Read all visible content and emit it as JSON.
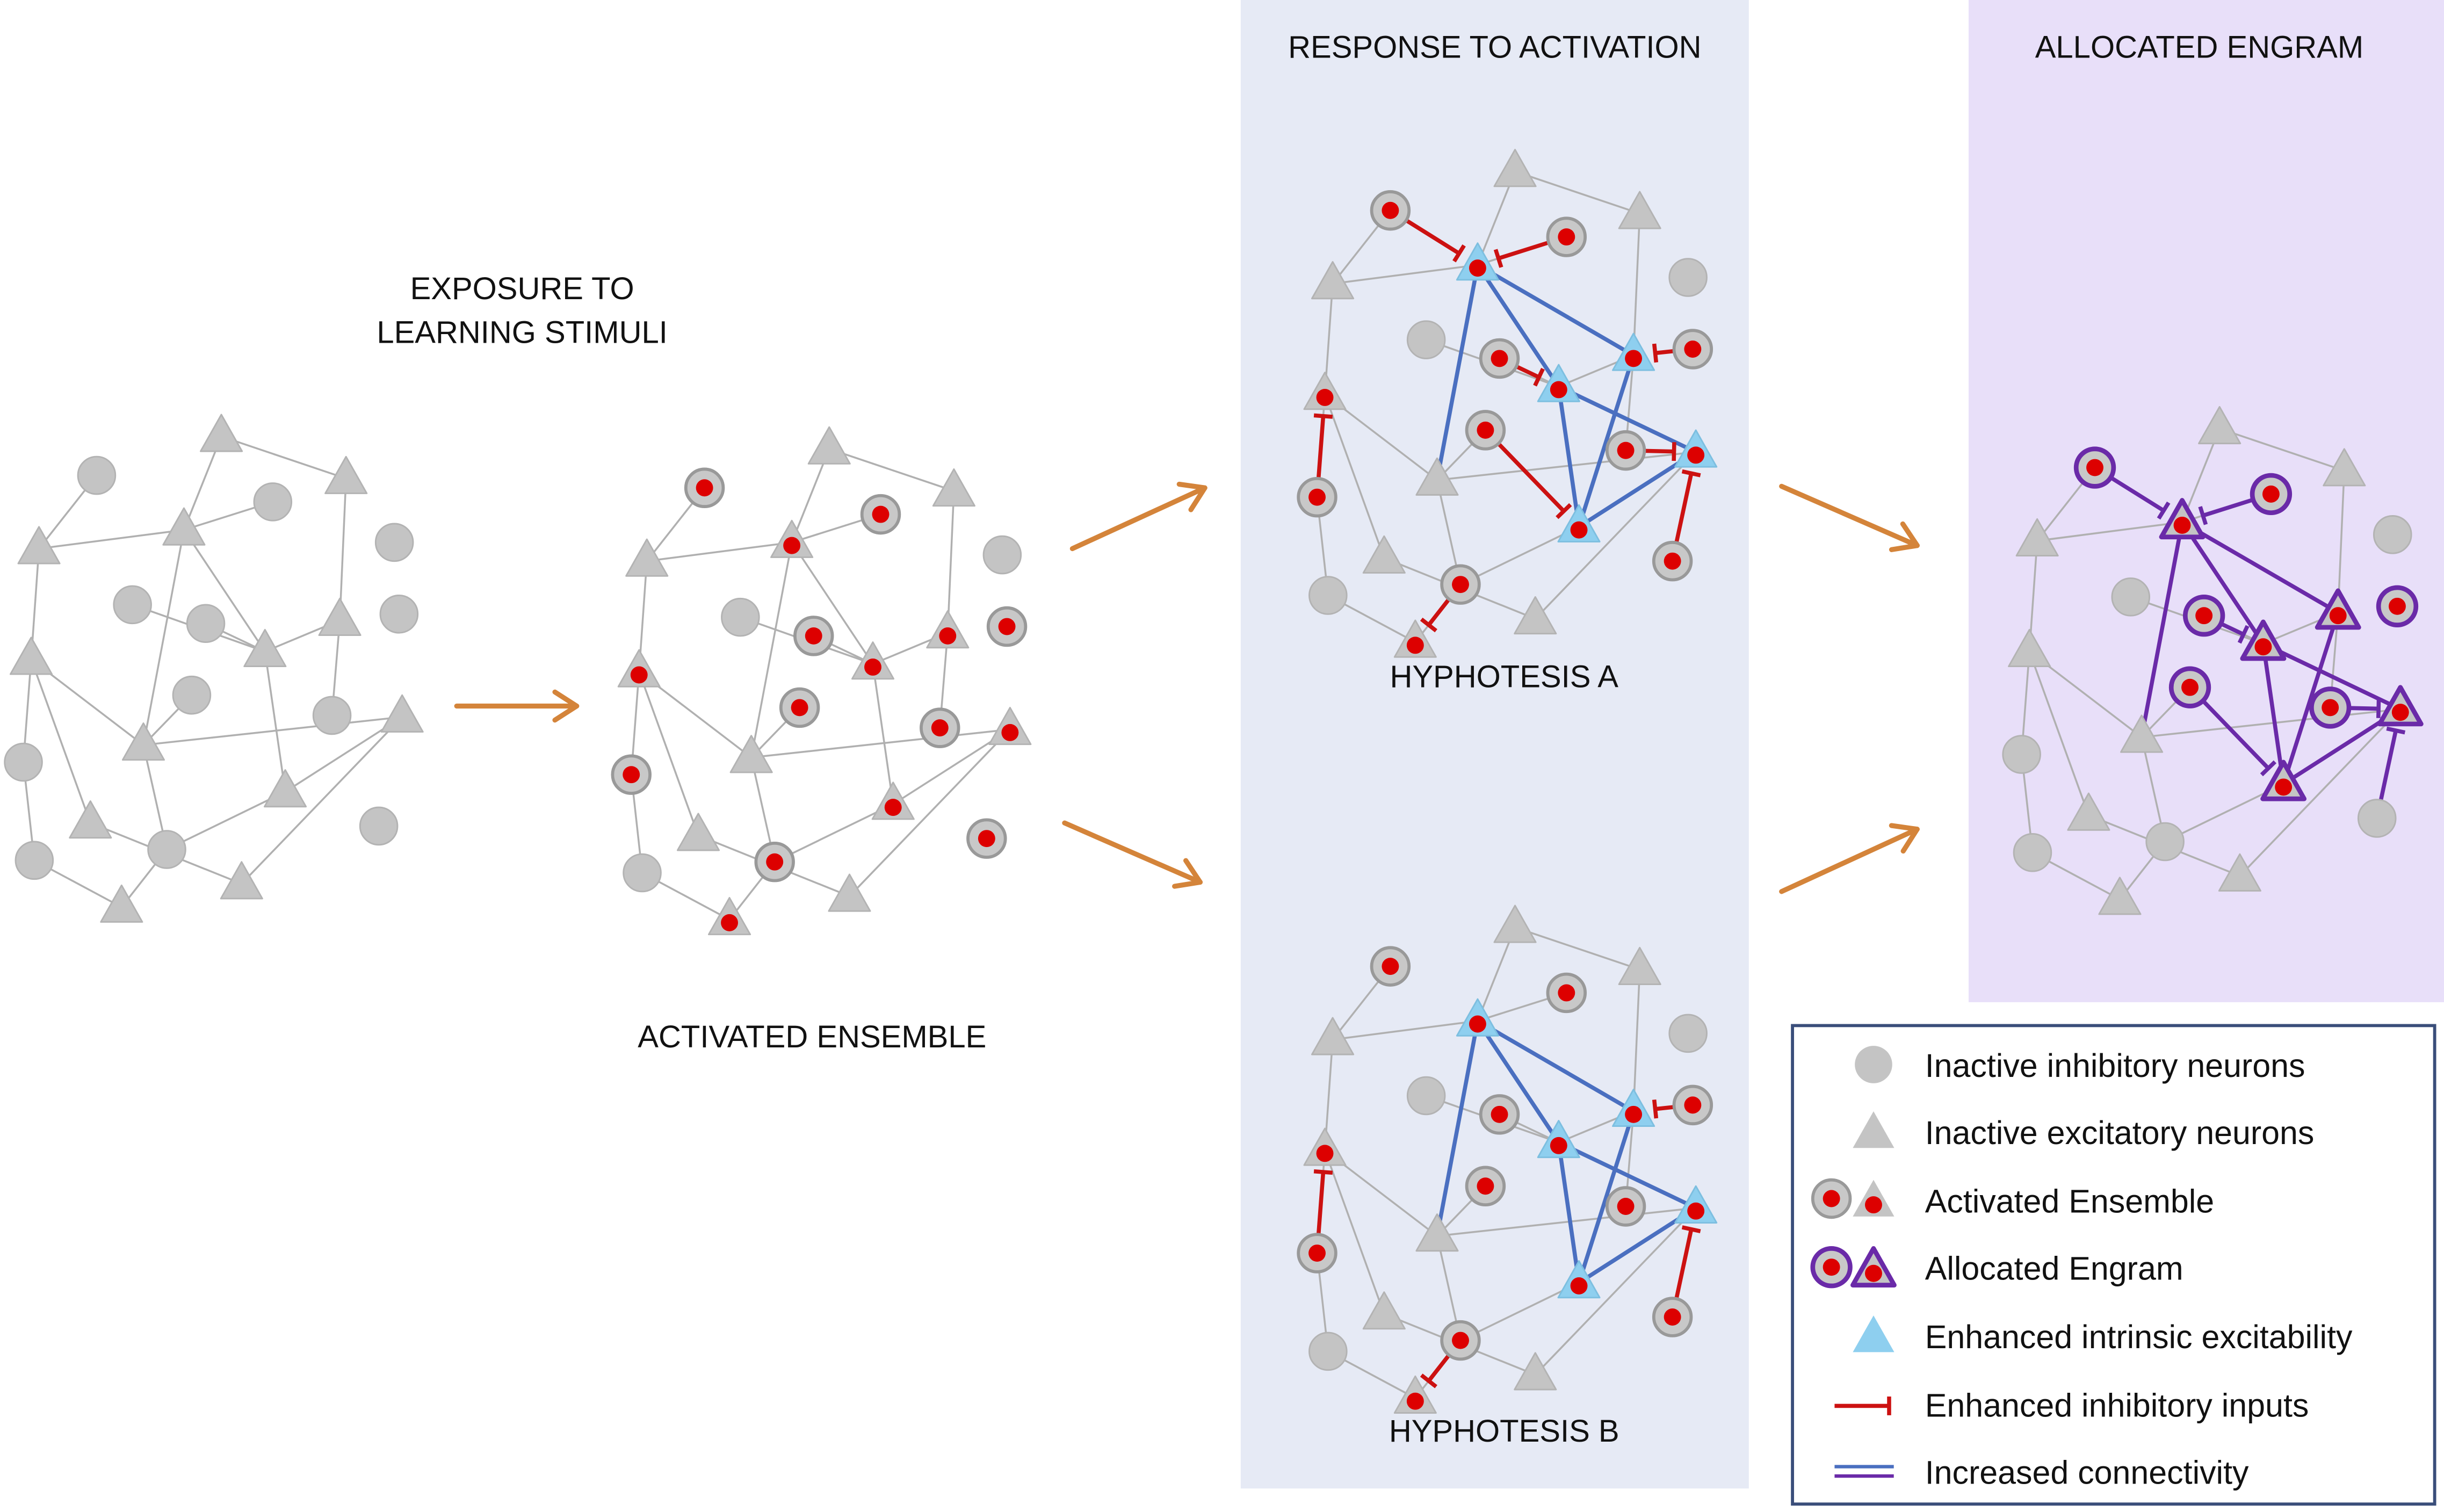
{
  "labels": {
    "exposure_line1": "EXPOSURE TO",
    "exposure_line2": "LEARNING STIMULI",
    "activated_ensemble": "ACTIVATED ENSEMBLE",
    "response_to_activation": "RESPONSE TO ACTIVATION",
    "hypothesis_a": "HYPHOTESIS A",
    "hypothesis_b": "HYPHOTESIS B",
    "allocated_engram": "ALLOCATED ENGRAM"
  },
  "legend": {
    "items": [
      "Inactive inhibitory neurons",
      "Inactive excitatory neurons",
      "Activated Ensemble",
      "Allocated Engram",
      "Enhanced intrinsic excitability",
      "Enhanced inhibitory inputs",
      "Increased connectivity"
    ]
  },
  "colors": {
    "inactive_neuron": "#c4c4c4",
    "active_dot": "#dd0000",
    "excitability": "#8ecfef",
    "inhibitory_input": "#cc1111",
    "connectivity_blue": "#4a6fc0",
    "engram_purple": "#6a2aa8",
    "arrow": "#d4843a",
    "response_panel_bg": "#e6eaf5",
    "engram_panel_bg": "#e8dff9"
  },
  "icons": [
    "circle-neuron-icon",
    "triangle-neuron-icon",
    "arrow-right-icon"
  ]
}
